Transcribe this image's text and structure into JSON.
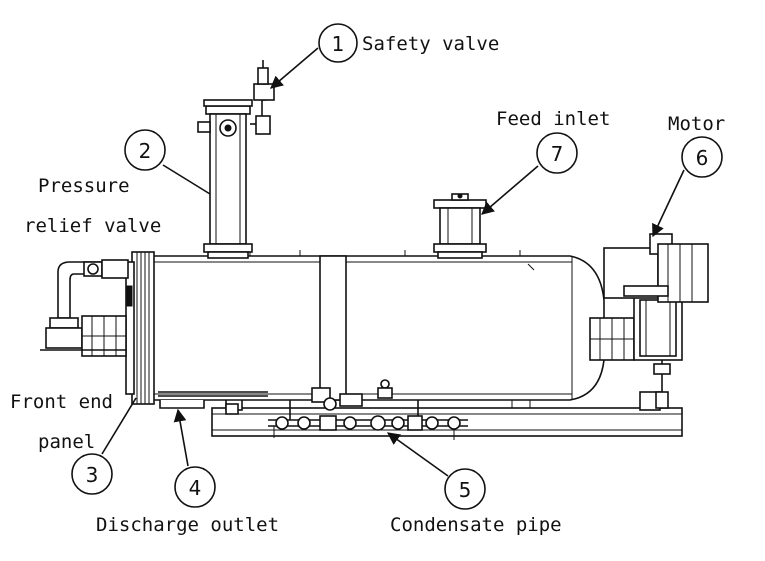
{
  "callouts": [
    {
      "num": "1",
      "text_lines": [
        "Safety valve"
      ]
    },
    {
      "num": "2",
      "text_lines": [
        "Pressure",
        "relief valve"
      ]
    },
    {
      "num": "3",
      "text_lines": [
        "Front end",
        "panel"
      ]
    },
    {
      "num": "4",
      "text_lines": [
        "Discharge outlet"
      ]
    },
    {
      "num": "5",
      "text_lines": [
        "Condensate pipe"
      ]
    },
    {
      "num": "6",
      "text_lines": [
        "Motor"
      ]
    },
    {
      "num": "7",
      "text_lines": [
        "Feed inlet"
      ]
    }
  ]
}
